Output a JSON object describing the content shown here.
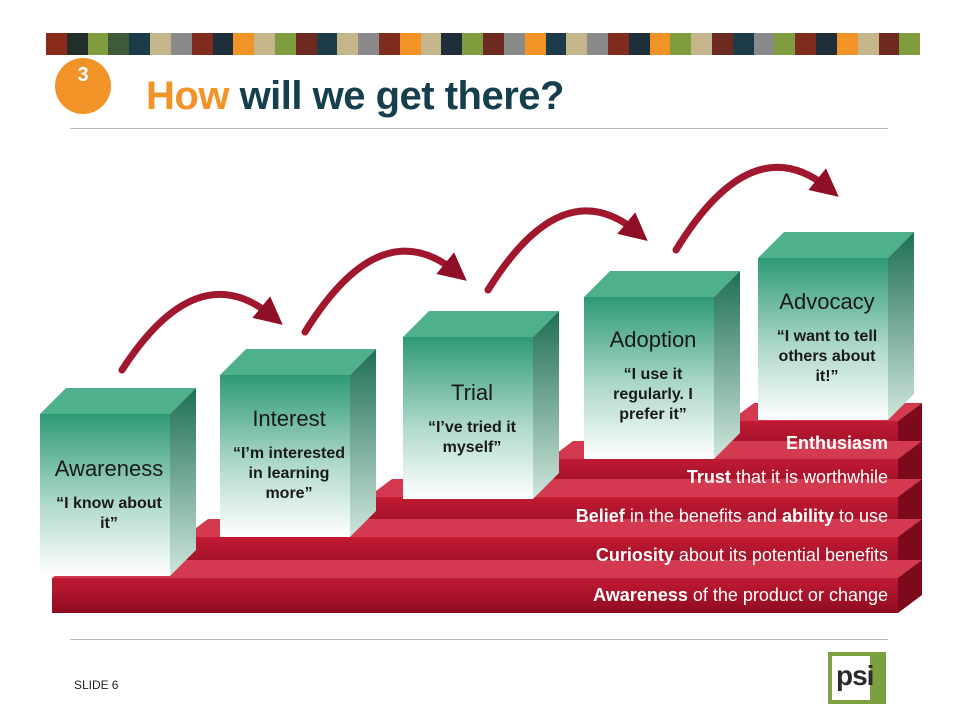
{
  "colors": {
    "orange": "#f29327",
    "navy": "#163f4e",
    "stairs": "#b0112a",
    "box_green": "#2f9c78",
    "arrow": "#a1172d",
    "logo_green": "#7c9f3f"
  },
  "stripe_colors": [
    "#8b2a1a",
    "#222e2a",
    "#7f9c3e",
    "#3f5a3b",
    "#1a3b47",
    "#c4b58a",
    "#8a8a8a",
    "#7d2c1e",
    "#1e2f3a",
    "#f29327",
    "#c4b58a",
    "#7f9c3e",
    "#6e2a20",
    "#1a3b47",
    "#c4b58a",
    "#8a8a8a",
    "#7d2c1e",
    "#f29327",
    "#c4b58a",
    "#1e2f3a",
    "#7f9c3e",
    "#6e2a20",
    "#8a8a8a",
    "#f29327",
    "#1a3b47",
    "#c4b58a",
    "#8a8a8a",
    "#7d2c1e",
    "#1e2f3a",
    "#f29327",
    "#7f9c3e",
    "#c4b58a",
    "#6e2a20",
    "#1a3b47",
    "#8a8a8a",
    "#7f9c3e",
    "#7d2c1e",
    "#1e2f3a",
    "#f29327",
    "#c4b58a",
    "#6e2a20",
    "#7f9c3e"
  ],
  "badge": {
    "number": "3"
  },
  "title": {
    "accent": "How",
    "main": "will we get there?"
  },
  "boxes": [
    {
      "title": "Awareness",
      "quote": [
        "“I know about",
        "it”"
      ]
    },
    {
      "title": "Interest",
      "quote": [
        "“I’m interested",
        "in learning",
        "more”"
      ]
    },
    {
      "title": "Trial",
      "quote": [
        "“I’ve tried it",
        "myself”"
      ]
    },
    {
      "title": "Adoption",
      "quote": [
        "“I use it",
        "regularly. I",
        "prefer it”"
      ]
    },
    {
      "title": "Advocacy",
      "quote": [
        "“I want to tell",
        "others about",
        "it!”"
      ]
    }
  ],
  "steps": [
    {
      "bold": "Awareness",
      "rest": " of the product or change"
    },
    {
      "bold": "Curiosity",
      "rest": " about its potential benefits"
    },
    {
      "bold": "Belief",
      "rest": " in the benefits and ",
      "bold2": "ability",
      "rest2": " to use"
    },
    {
      "bold": "Trust",
      "rest": " that it is worthwhile"
    },
    {
      "bold": "Enthusiasm",
      "rest": ""
    }
  ],
  "footer": {
    "slide_label": "SLIDE",
    "slide_number": "6",
    "logo_text": "psi"
  }
}
